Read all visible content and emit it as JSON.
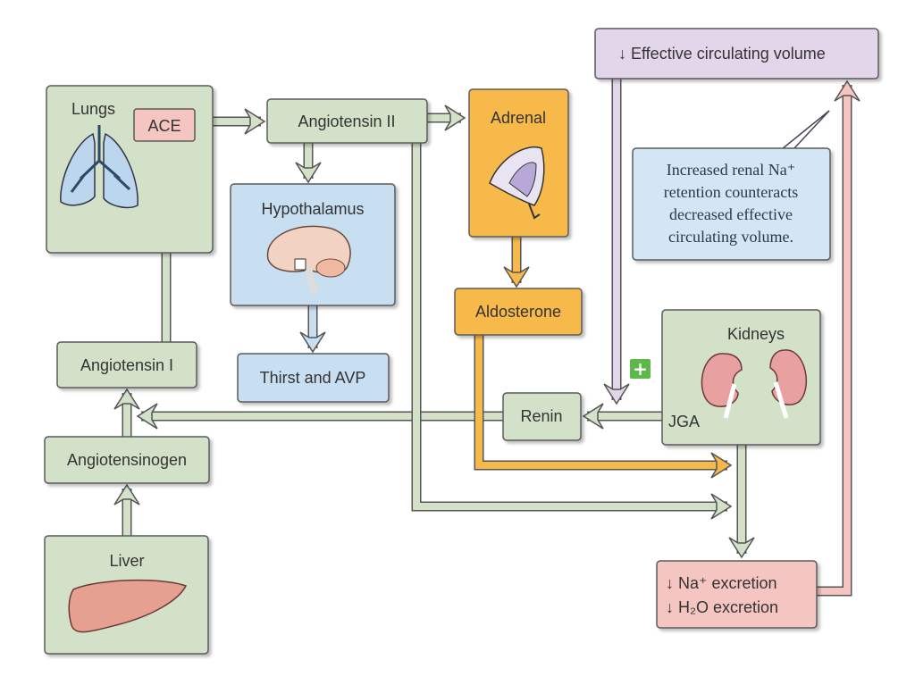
{
  "nodes": {
    "effective_volume": "↓ Effective circulating volume",
    "lungs": "Lungs",
    "ace": "ACE",
    "angiotensin_ii": "Angiotensin II",
    "adrenal": "Adrenal",
    "hypothalamus": "Hypothalamus",
    "thirst_avp": "Thirst and AVP",
    "aldosterone": "Aldosterone",
    "kidneys": "Kidneys",
    "jga": "JGA",
    "renin": "Renin",
    "angiotensin_i": "Angiotensin I",
    "angiotensinogen": "Angiotensinogen",
    "liver": "Liver",
    "na_excretion": "↓ Na⁺ excretion",
    "h2o_excretion": "↓ H₂O excretion",
    "plus": "+"
  },
  "note": {
    "lines": [
      "Increased renal Na⁺",
      "retention counteracts",
      "decreased effective",
      "circulating volume."
    ]
  },
  "colors": {
    "green": "#d4e1c9",
    "pink": "#f5c6c1",
    "purple": "#e3d5ea",
    "blue": "#c8def1",
    "orange": "#f8b94b",
    "note_blue": "#d3e6f4",
    "plus_green": "#5cb848"
  }
}
